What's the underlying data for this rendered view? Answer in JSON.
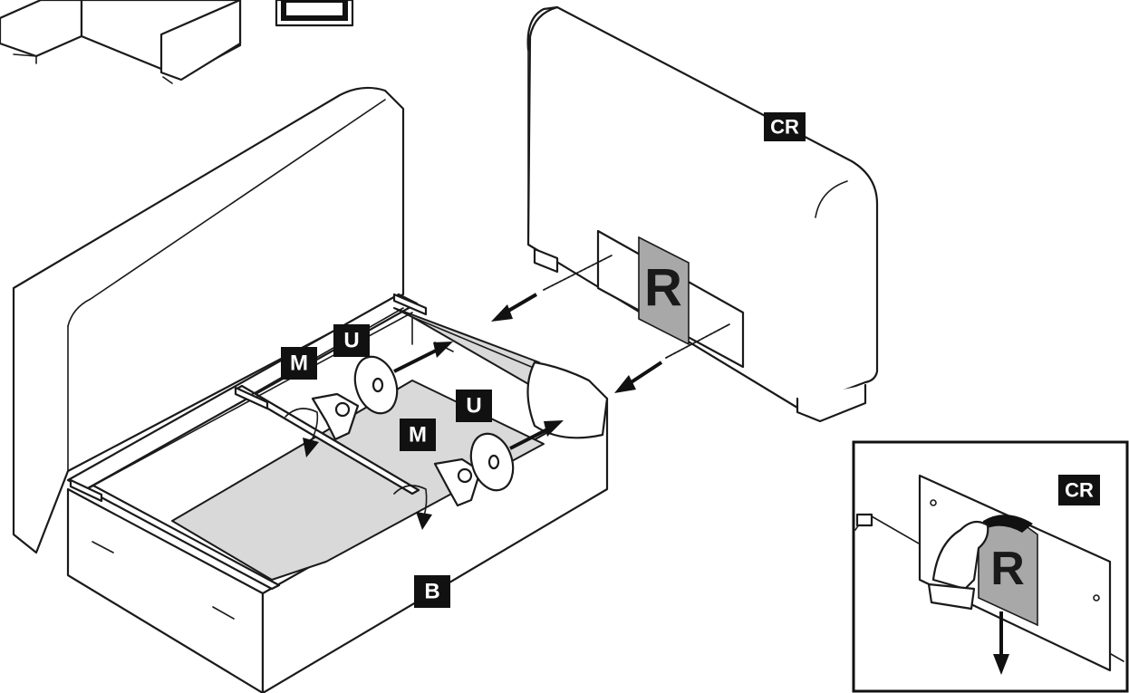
{
  "labels": {
    "cr_main": "CR",
    "cr_detail": "CR",
    "r_main": "R",
    "r_detail": "R",
    "u_left": "U",
    "m_left": "M",
    "u_right": "U",
    "m_right": "M",
    "b": "B"
  },
  "colors": {
    "line": "#1a1a1a",
    "fill_gray": "#d9d9d9",
    "label_bg": "#111111",
    "label_text": "#ffffff"
  }
}
